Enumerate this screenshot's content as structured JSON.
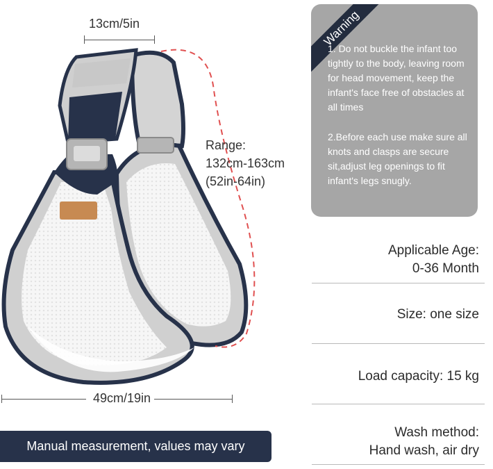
{
  "dimensions": {
    "strap_width": "13cm/5in",
    "range_label": "Range:",
    "range_cm": "132cm-163cm",
    "range_in": "(52in-64in)",
    "bottom_width": "49cm/19in"
  },
  "badge": {
    "text": "Manual measurement, values may vary"
  },
  "warning": {
    "title": "Warning",
    "item1": "1. Do not buckle the infant too tightly to the body, leaving room for head movement, keep the infant's face free of obstacles at all times",
    "item2": "2.Before each use make sure all knots and clasps are secure sit,adjust leg openings to fit infant's legs snugly."
  },
  "specs": {
    "age_label": "Applicable Age:",
    "age_value": "0-36 Month",
    "size": "Size: one size",
    "load": "Load capacity: 15 kg",
    "wash_label": "Wash method:",
    "wash_value": "Hand wash, air dry"
  },
  "colors": {
    "navy": "#27324a",
    "card_gray": "#a6a6a6",
    "strap_gray": "#cfcfcf",
    "range_dash": "#e05050"
  }
}
